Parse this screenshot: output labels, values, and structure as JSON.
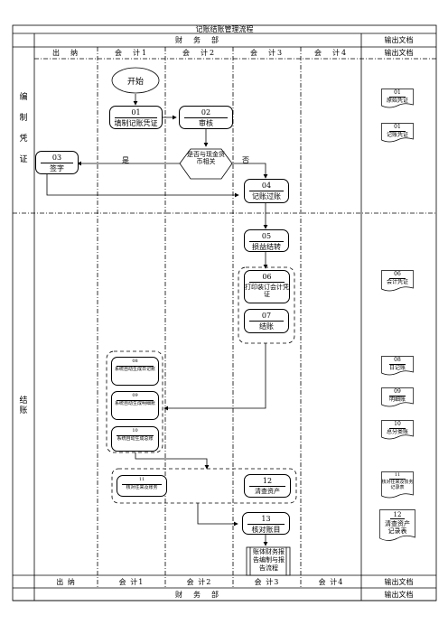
{
  "title": "记账结账管理流程",
  "header": {
    "dept": "财　务　部",
    "output": "输出文档"
  },
  "lanes": [
    "出　纳",
    "会　计1",
    "会　计2",
    "会　计3",
    "会　计4"
  ],
  "lane_output": "输出文档",
  "phases": {
    "phase1": [
      "编",
      "制",
      "凭",
      "证"
    ],
    "phase2": [
      "结",
      "账"
    ]
  },
  "nodes": {
    "start": "开始",
    "n01": {
      "num": "01",
      "label": "填制记账凭证"
    },
    "n02": {
      "num": "02",
      "label": "审核"
    },
    "decision": "是否与现金货币相关",
    "yes": "是",
    "no": "否",
    "n03": {
      "num": "03",
      "label": "签字"
    },
    "n04": {
      "num": "04",
      "label": "记账过账"
    },
    "n05": {
      "num": "05",
      "label": "损益结转"
    },
    "n06": {
      "num": "06",
      "label": "打印装订会计凭证"
    },
    "n07": {
      "num": "07",
      "label": "结账"
    },
    "n08": {
      "num": "08",
      "label": "系统自动生成日记账"
    },
    "n09": {
      "num": "09",
      "label": "系统自动生成明细账"
    },
    "n10": {
      "num": "10",
      "label": "系统自动生成总账"
    },
    "n11": {
      "num": "11",
      "label": "核对往来及账务"
    },
    "n12": {
      "num": "12",
      "label": "清查资产"
    },
    "n13": {
      "num": "13",
      "label": "核对账目"
    },
    "sub": "账体财务报告编制与报告流程"
  },
  "docs": [
    {
      "num": "01",
      "label": "原始凭证"
    },
    {
      "num": "01",
      "label": "记账凭证"
    },
    {
      "num": "06",
      "label": "会计凭证"
    },
    {
      "num": "08",
      "label": "日记账"
    },
    {
      "num": "09",
      "label": "明细账"
    },
    {
      "num": "10",
      "label": "总分类账"
    },
    {
      "num": "11",
      "label": "核对往来及债务记录表"
    },
    {
      "num": "12",
      "label": "清查资产记录表"
    }
  ],
  "footer": {
    "lanes": [
      "出 纳",
      "会 计1",
      "会 计2",
      "会 计3",
      "会 计4"
    ],
    "output": "输出文档",
    "dept": "财　务　部",
    "output2": "输出文档"
  }
}
